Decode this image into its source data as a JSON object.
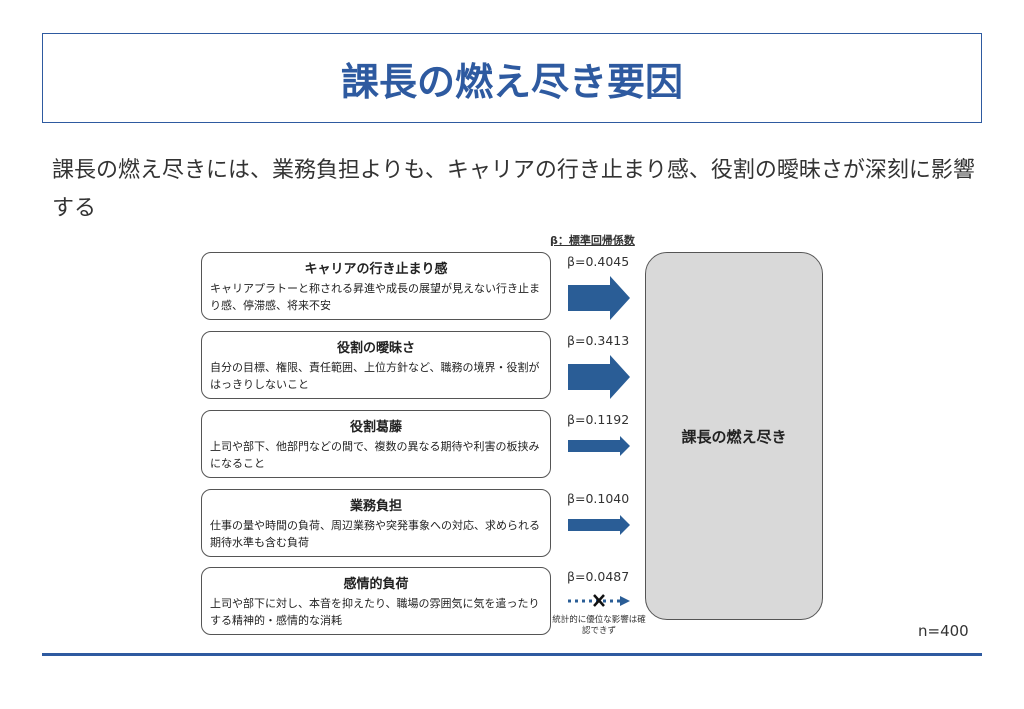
{
  "title": "課長の燃え尽き要因",
  "lead": "課長の燃え尽きには、業務負担よりも、キャリアの行き止まり感、役割の曖昧さが深刻に影響する",
  "beta_header": "β：標準回帰係数",
  "factors": [
    {
      "name": "キャリアの行き止まり感",
      "desc": "キャリアプラトーと称される昇進や成長の展望が見えない行き止まり感、停滞感、将来不安",
      "beta": "β=0.4045",
      "value": 0.4045,
      "significant": true
    },
    {
      "name": "役割の曖昧さ",
      "desc": "自分の目標、権限、責任範囲、上位方針など、職務の境界・役割がはっきりしないこと",
      "beta": "β=0.3413",
      "value": 0.3413,
      "significant": true
    },
    {
      "name": "役割葛藤",
      "desc": "上司や部下、他部門などの間で、複数の異なる期待や利害の板挟みになること",
      "beta": "β=0.1192",
      "value": 0.1192,
      "significant": true
    },
    {
      "name": "業務負担",
      "desc": "仕事の量や時間の負荷、周辺業務や突発事象への対応、求められる期待水準も含む負荷",
      "beta": "β=0.1040",
      "value": 0.104,
      "significant": true
    },
    {
      "name": "感情的負荷",
      "desc": "上司や部下に対し、本音を抑えたり、職場の雰囲気に気を遣ったりする精神的・感情的な消耗",
      "beta": "β=0.0487",
      "value": 0.0487,
      "significant": false
    }
  ],
  "outcome": "課長の燃え尽き",
  "not_significant_note": "統計的に優位な影響は確認できず",
  "sample": "n=400",
  "colors": {
    "accent": "#2e5aa0",
    "arrow": "#2a5d96",
    "outcome_fill": "#d9d9d9"
  }
}
